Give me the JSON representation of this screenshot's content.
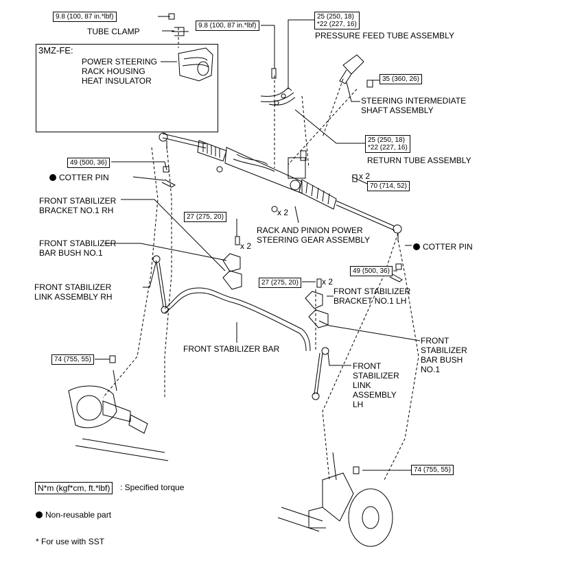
{
  "labels": {
    "tube_clamp": "TUBE CLAMP",
    "engine": "3MZ-FE:",
    "heat_insulator": [
      "POWER STEERING",
      "RACK HOUSING",
      "HEAT INSULATOR"
    ],
    "pressure_feed_tube": "PRESSURE FEED TUBE ASSEMBLY",
    "intermediate_shaft": [
      "STEERING INTERMEDIATE",
      "SHAFT ASSEMBLY"
    ],
    "return_tube": "RETURN TUBE ASSEMBLY",
    "cotter_pin": "COTTER PIN",
    "stabilizer_bracket_rh": [
      "FRONT STABILIZER",
      "BRACKET NO.1 RH"
    ],
    "rack_pinion": [
      "RACK AND PINION POWER",
      "STEERING GEAR ASSEMBLY"
    ],
    "bar_bush": [
      "FRONT STABILIZER",
      "BAR BUSH NO.1"
    ],
    "link_rh": [
      "FRONT STABILIZER",
      "LINK ASSEMBLY RH"
    ],
    "bracket_lh": [
      "FRONT STABILIZER",
      "BRACKET NO.1 LH"
    ],
    "stabilizer_bar": "FRONT STABILIZER BAR",
    "bar_bush_right": [
      "FRONT",
      "STABILIZER",
      "BAR BUSH",
      "NO.1"
    ],
    "link_lh": [
      "FRONT",
      "STABILIZER",
      "LINK",
      "ASSEMBLY",
      "LH"
    ],
    "x2": "x 2"
  },
  "torques": {
    "t_9_8": "9.8 (100, 87 in.*lbf)",
    "t_25": [
      "25 (250, 18)",
      "*22 (227, 16)"
    ],
    "t_35": "35 (360, 26)",
    "t_49": "49 (500, 36)",
    "t_70": "70 (714, 52)",
    "t_27": "27 (275, 20)",
    "t_74": "74 (755, 55)"
  },
  "legend": {
    "unit_box": "N*m (kgf*cm, ft.*lbf)",
    "unit_desc": ": Specified torque",
    "non_reusable": "Non-reusable part",
    "sst": "* For use with SST"
  },
  "icons": {
    "non_reusable": "filled-circle-icon",
    "bolt": "bolt-icon",
    "nut": "nut-icon"
  }
}
